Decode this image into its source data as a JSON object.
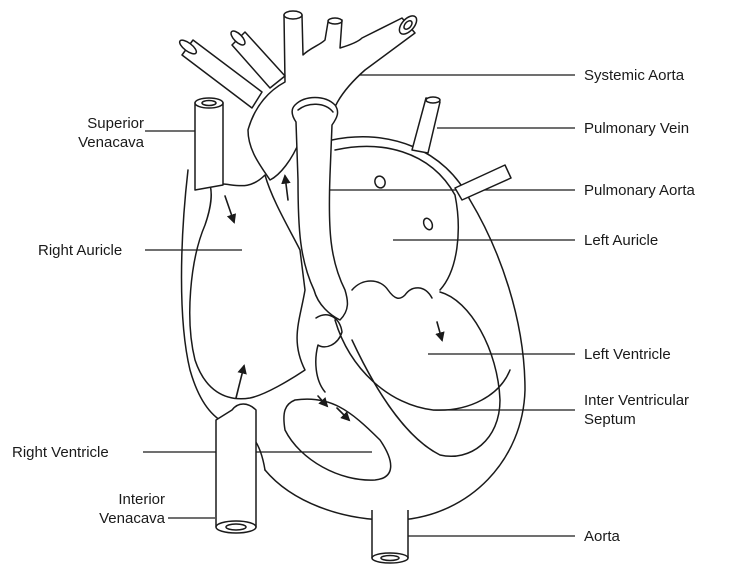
{
  "labels": {
    "superior_venacava": [
      "Superior",
      "Venacava"
    ],
    "right_auricle": "Right Auricle",
    "right_ventricle": "Right Ventricle",
    "interior_venacava": [
      "Interior",
      "Venacava"
    ],
    "systemic_aorta": "Systemic Aorta",
    "pulmonary_vein": "Pulmonary Vein",
    "pulmonary_aorta": "Pulmonary Aorta",
    "left_auricle": "Left Auricle",
    "left_ventricle": "Left Ventricle",
    "inter_ventricular_septum": [
      "Inter Ventricular",
      "Septum"
    ],
    "aorta": "Aorta"
  },
  "colors": {
    "line": "#1a1a1a",
    "background": "#ffffff"
  }
}
